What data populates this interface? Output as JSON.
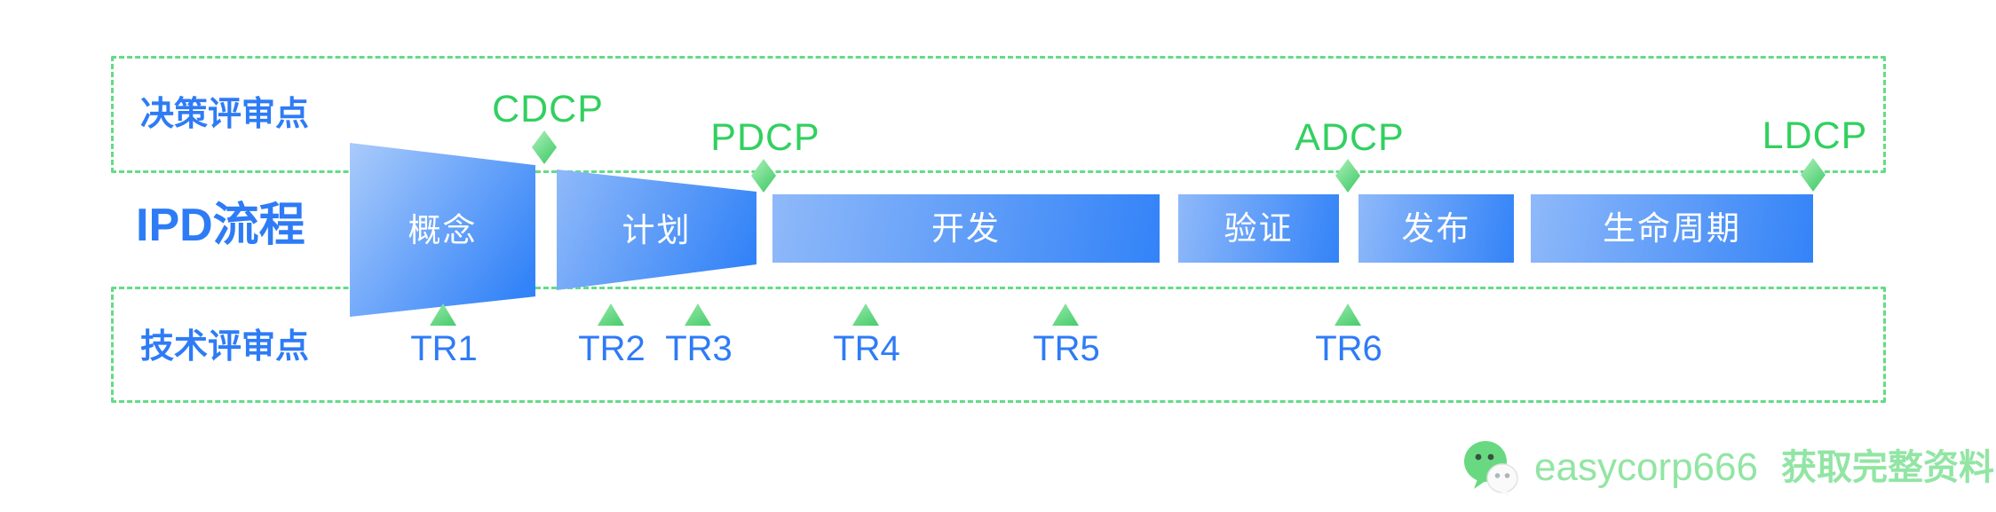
{
  "diagram": {
    "decision_row": {
      "label": "决策评审点"
    },
    "process_row": {
      "label": "IPD流程"
    },
    "tech_row": {
      "label": "技术评审点"
    },
    "stages": [
      {
        "label": "概念"
      },
      {
        "label": "计划"
      },
      {
        "label": "开发"
      },
      {
        "label": "验证"
      },
      {
        "label": "发布"
      },
      {
        "label": "生命周期"
      }
    ],
    "decision_points": [
      {
        "label": "CDCP"
      },
      {
        "label": "PDCP"
      },
      {
        "label": "ADCP"
      },
      {
        "label": "LDCP"
      }
    ],
    "tech_points": [
      {
        "label": "TR1"
      },
      {
        "label": "TR2"
      },
      {
        "label": "TR3"
      },
      {
        "label": "TR4"
      },
      {
        "label": "TR5"
      },
      {
        "label": "TR6"
      }
    ]
  },
  "watermark": {
    "icon": "wechat-icon",
    "wechat_id": "easycorp666",
    "cta": "获取完整资料"
  },
  "colors": {
    "dash_green": "#62DC86",
    "green_accent": "#31D05F",
    "blue_text": "#2E7BF6",
    "stage_light": "#8FB9F9",
    "stage_dark": "#3383F8",
    "marker_light": "#97E9A9",
    "marker_dark": "#46CB6B",
    "watermark_green": "#92E5A4"
  }
}
